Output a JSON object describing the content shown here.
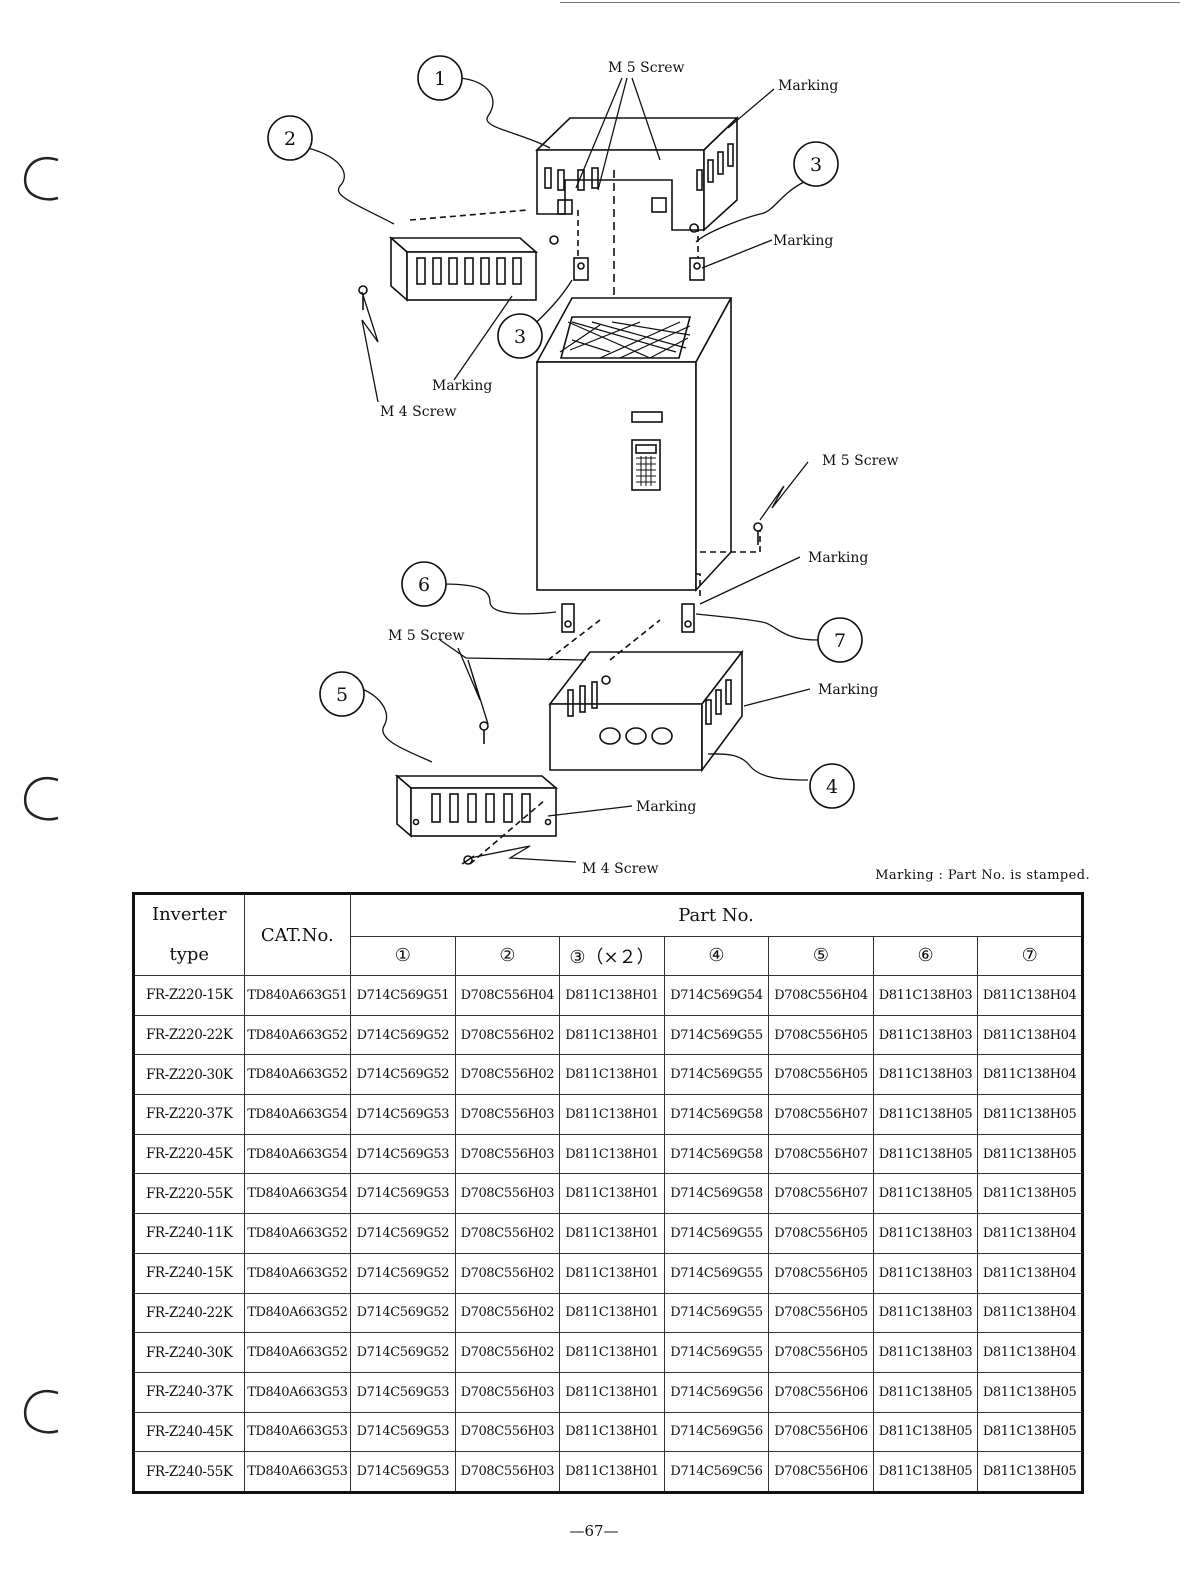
{
  "diagram": {
    "labels": {
      "m5_screw_top": "M 5  Screw",
      "marking_top": "Marking",
      "marking_right3": "Marking",
      "marking_left": "Marking",
      "m4_screw_top": "M 4  Screw",
      "m5_screw_right": "M 5  Screw",
      "marking_mid": "Marking",
      "m5_screw_bottom": "M 5   Screw",
      "marking_box": "Marking",
      "marking_cover": "Marking",
      "m4_screw_bottom": "M 4  Screw"
    },
    "callouts": [
      "1",
      "2",
      "3",
      "3",
      "4",
      "5",
      "6",
      "7"
    ]
  },
  "marking_note": "Marking : Part No. is stamped.",
  "table": {
    "header": {
      "inverter": "Inverter",
      "type": "type",
      "cat_no": "CAT.No.",
      "part_no": "Part  No.",
      "columns": [
        "①",
        "②",
        "③（×２）",
        "④",
        "⑤",
        "⑥",
        "⑦"
      ]
    },
    "rows": [
      [
        "FR-Z220-15K",
        "TD840A663G51",
        "D714C569G51",
        "D708C556H04",
        "D811C138H01",
        "D714C569G54",
        "D708C556H04",
        "D811C138H03",
        "D811C138H04"
      ],
      [
        "FR-Z220-22K",
        "TD840A663G52",
        "D714C569G52",
        "D708C556H02",
        "D811C138H01",
        "D714C569G55",
        "D708C556H05",
        "D811C138H03",
        "D811C138H04"
      ],
      [
        "FR-Z220-30K",
        "TD840A663G52",
        "D714C569G52",
        "D708C556H02",
        "D811C138H01",
        "D714C569G55",
        "D708C556H05",
        "D811C138H03",
        "D811C138H04"
      ],
      [
        "FR-Z220-37K",
        "TD840A663G54",
        "D714C569G53",
        "D708C556H03",
        "D811C138H01",
        "D714C569G58",
        "D708C556H07",
        "D811C138H05",
        "D811C138H05"
      ],
      [
        "FR-Z220-45K",
        "TD840A663G54",
        "D714C569G53",
        "D708C556H03",
        "D811C138H01",
        "D714C569G58",
        "D708C556H07",
        "D811C138H05",
        "D811C138H05"
      ],
      [
        "FR-Z220-55K",
        "TD840A663G54",
        "D714C569G53",
        "D708C556H03",
        "D811C138H01",
        "D714C569G58",
        "D708C556H07",
        "D811C138H05",
        "D811C138H05"
      ],
      [
        "FR-Z240-11K",
        "TD840A663G52",
        "D714C569G52",
        "D708C556H02",
        "D811C138H01",
        "D714C569G55",
        "D708C556H05",
        "D811C138H03",
        "D811C138H04"
      ],
      [
        "FR-Z240-15K",
        "TD840A663G52",
        "D714C569G52",
        "D708C556H02",
        "D811C138H01",
        "D714C569G55",
        "D708C556H05",
        "D811C138H03",
        "D811C138H04"
      ],
      [
        "FR-Z240-22K",
        "TD840A663G52",
        "D714C569G52",
        "D708C556H02",
        "D811C138H01",
        "D714C569G55",
        "D708C556H05",
        "D811C138H03",
        "D811C138H04"
      ],
      [
        "FR-Z240-30K",
        "TD840A663G52",
        "D714C569G52",
        "D708C556H02",
        "D811C138H01",
        "D714C569G55",
        "D708C556H05",
        "D811C138H03",
        "D811C138H04"
      ],
      [
        "FR-Z240-37K",
        "TD840A663G53",
        "D714C569G53",
        "D708C556H03",
        "D811C138H01",
        "D714C569G56",
        "D708C556H06",
        "D811C138H05",
        "D811C138H05"
      ],
      [
        "FR-Z240-45K",
        "TD840A663G53",
        "D714C569G53",
        "D708C556H03",
        "D811C138H01",
        "D714C569G56",
        "D708C556H06",
        "D811C138H05",
        "D811C138H05"
      ],
      [
        "FR-Z240-55K",
        "TD840A663G53",
        "D714C569G53",
        "D708C556H03",
        "D811C138H01",
        "D714C569C56",
        "D708C556H06",
        "D811C138H05",
        "D811C138H05"
      ]
    ]
  },
  "page_number": "—67—"
}
